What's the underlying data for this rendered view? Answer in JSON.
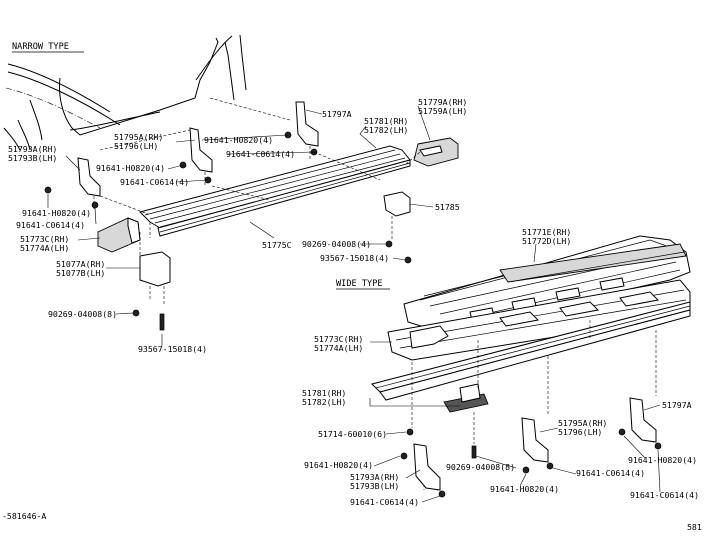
{
  "headers": {
    "narrow": "NARROW TYPE",
    "wide": "WIDE TYPE"
  },
  "narrow": {
    "p51797a": "51797A",
    "p51779a": "51779A(RH)",
    "p51759a": "51759A(LH)",
    "p51781": "51781(RH)",
    "p51782": "51782(LH)",
    "p51795a": "51795A(RH)",
    "p51796": "51796(LH)",
    "b91641h0820_top": "91641-H0820(4)",
    "b91641c0614_top": "91641-C0614(4)",
    "p51793a": "51793A(RH)",
    "p51793b": "51793B(LH)",
    "b91641h0820_mid": "91641-H0820(4)",
    "b91641c0614_mid": "91641-C0614(4)",
    "b91641h0820_left": "91641-H0820(4)",
    "b91641c0614_left": "91641-C0614(4)",
    "p51773c": "51773C(RH)",
    "p51774a": "51774A(LH)",
    "p51077a": "51077A(RH)",
    "p51077b": "51077B(LH)",
    "p51775c": "51775C",
    "p51785": "51785",
    "b90269": "90269-04008(4)",
    "b93567": "93567-15018(4)",
    "b90269_l": "90269-04008(8)",
    "b93567_l": "93567-15018(4)"
  },
  "wide": {
    "p51771e": "51771E(RH)",
    "p51772d": "51772D(LH)",
    "p51773c": "51773C(RH)",
    "p51774a": "51774A(LH)",
    "p51781": "51781(RH)",
    "p51782": "51782(LH)",
    "p51797a": "51797A",
    "p51795a": "51795A(RH)",
    "p51796": "51796(LH)",
    "b51714": "51714-60010(6)",
    "b91641h0820_l": "91641-H0820(4)",
    "p51793a": "51793A(RH)",
    "p51793b": "51793B(LH)",
    "b91641c0614_l": "91641-C0614(4)",
    "b90269": "90269-04008(8)",
    "b91641h0820_m": "91641-H0820(4)",
    "b91641c0614_m": "91641-C0614(4)",
    "b91641h0820_r": "91641-H0820(4)",
    "b91641c0614_r": "91641-C0614(4)"
  },
  "footer": {
    "left_code": "-581646-A",
    "page_number": "581"
  }
}
